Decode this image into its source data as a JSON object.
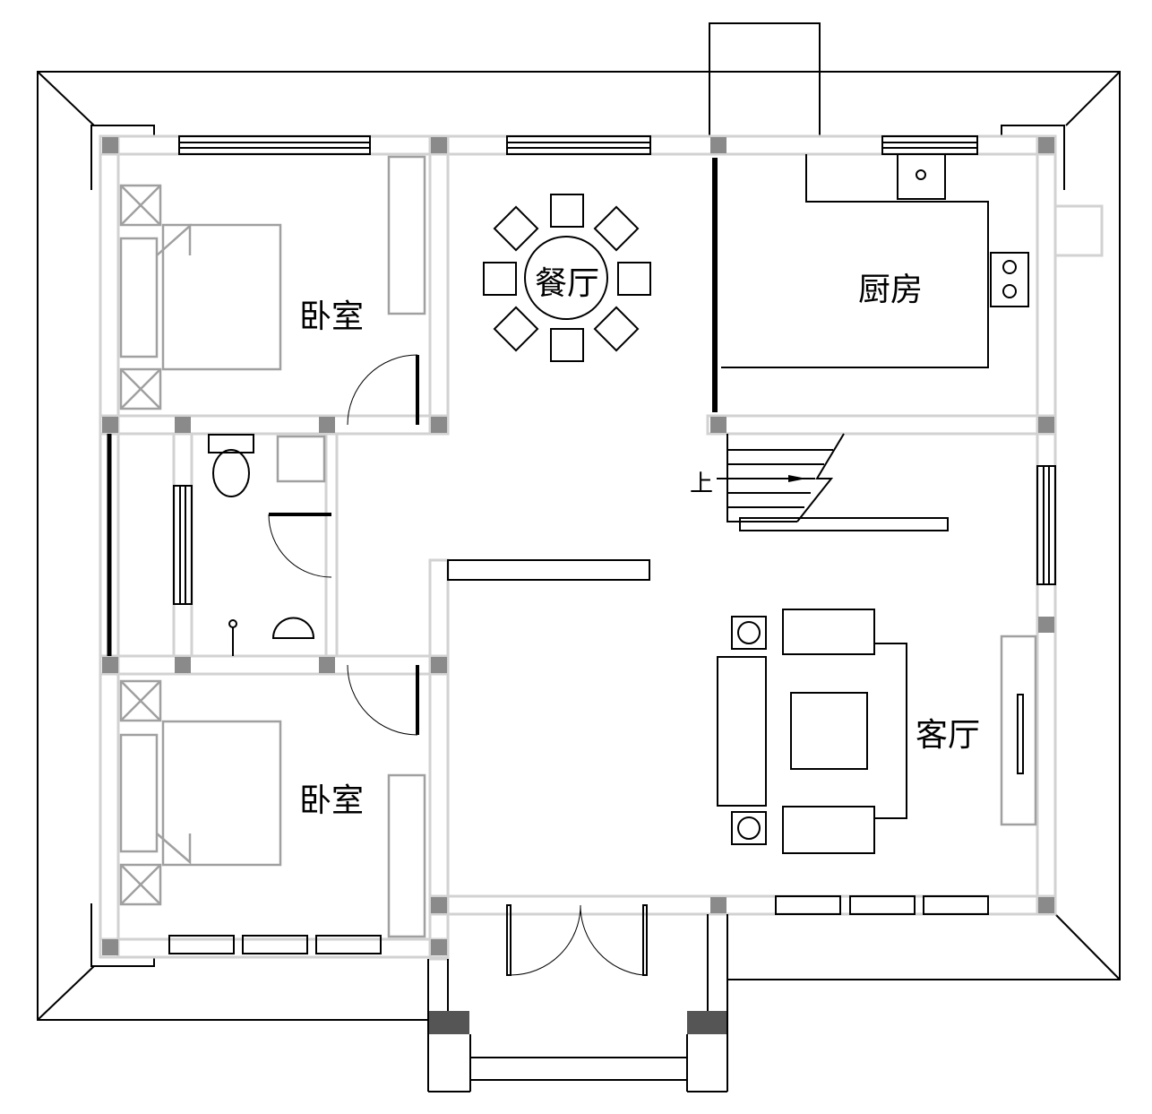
{
  "rooms": {
    "bedroom_top": "卧室",
    "dining": "餐厅",
    "kitchen": "厨房",
    "stairs_up": "上",
    "living": "客厅",
    "bedroom_bottom": "卧室"
  }
}
